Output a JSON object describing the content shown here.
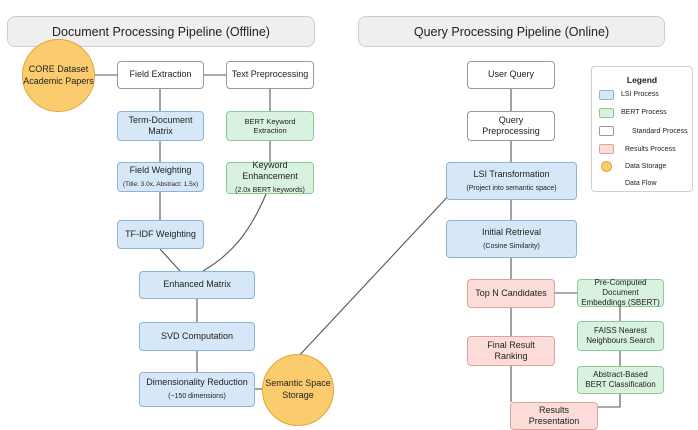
{
  "headers": {
    "offline": "Document Processing Pipeline (Offline)",
    "online": "Query Processing Pipeline (Online)"
  },
  "nodes": {
    "core_dataset": {
      "line1": "CORE Dataset",
      "line2": "Academic Papers"
    },
    "field_extraction": "Field Extraction",
    "text_preprocessing": "Text Preprocessing",
    "term_document_matrix": "Term-Document Matrix",
    "bert_keyword_extraction": {
      "line1": "BERT Keyword",
      "line2": "Extraction"
    },
    "field_weighting": {
      "title": "Field Weighting",
      "sub": "(Title: 3.0x, Abstract: 1.5x)"
    },
    "keyword_enhancement": {
      "title": "Keyword Enhancement",
      "sub": "(2.0x BERT keywords)"
    },
    "tfidf_weighting": "TF-IDF Weighting",
    "enhanced_matrix": "Enhanced Matrix",
    "svd_computation": "SVD Computation",
    "dimensionality_reduction": {
      "title": "Dimensionality Reduction",
      "sub": "(~150 dimensions)"
    },
    "semantic_space_storage": {
      "line1": "Semantic Space",
      "line2": "Storage"
    },
    "user_query": "User Query",
    "query_preprocessing": "Query Preprocessing",
    "lsi_transformation": {
      "title": "LSI Transformation",
      "sub": "(Project into semantic space)"
    },
    "initial_retrieval": {
      "title": "Initial Retrieval",
      "sub": "(Cosine Similarity)"
    },
    "top_n_candidates": "Top N Candidates",
    "precomputed_embeddings": {
      "line1": "Pre-Computed Document",
      "line2": "Embeddings (SBERT)"
    },
    "faiss_search": {
      "line1": "FAISS Nearest",
      "line2": "Neighbours Search"
    },
    "final_result_ranking": "Final Result Ranking",
    "abstract_bert_classification": {
      "line1": "Abstract-Based",
      "line2": "BERT Classification"
    },
    "results_presentation": "Results Presentation"
  },
  "legend": {
    "title": "Legend",
    "items": [
      {
        "label": "LSI Process",
        "color": "#d6e8f7"
      },
      {
        "label": "BERT Process",
        "color": "#d9f2df"
      },
      {
        "label": "Standard Process",
        "color": "#ffffff"
      },
      {
        "label": "Results Process",
        "color": "#fbdcd8"
      },
      {
        "label": "Data Storage",
        "color": "#fbcc6e"
      },
      {
        "label": "Data Flow",
        "color": "#555555"
      }
    ]
  }
}
